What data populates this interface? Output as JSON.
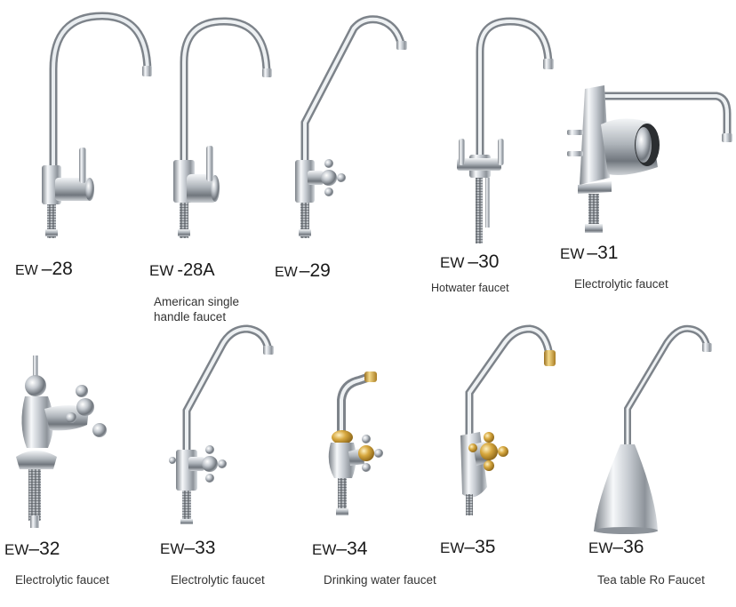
{
  "products": [
    {
      "id": "ew-28",
      "prefix": "EW",
      "number": "28",
      "description": "",
      "finish": "chrome"
    },
    {
      "id": "ew-28a",
      "prefix": "EW",
      "number": "28A",
      "description": "American single handle faucet",
      "finish": "chrome"
    },
    {
      "id": "ew-29",
      "prefix": "EW",
      "number": "29",
      "description": "",
      "finish": "chrome"
    },
    {
      "id": "ew-30",
      "prefix": "EW",
      "number": "30",
      "description": "Hotwater faucet",
      "finish": "chrome"
    },
    {
      "id": "ew-31",
      "prefix": "EW",
      "number": "31",
      "description": "Electrolytic faucet",
      "finish": "chrome"
    },
    {
      "id": "ew-32",
      "prefix": "EW",
      "number": "32",
      "description": "Electrolytic faucet",
      "finish": "chrome"
    },
    {
      "id": "ew-33",
      "prefix": "EW",
      "number": "33",
      "description": "Electrolytic faucet",
      "finish": "chrome"
    },
    {
      "id": "ew-34",
      "prefix": "EW",
      "number": "34",
      "description": "Drinking water faucet",
      "finish": "chrome-gold"
    },
    {
      "id": "ew-35",
      "prefix": "EW",
      "number": "35",
      "description": "",
      "finish": "chrome-gold"
    },
    {
      "id": "ew-36",
      "prefix": "EW",
      "number": "36",
      "description": "Tea table Ro Faucet",
      "finish": "chrome"
    }
  ],
  "colors": {
    "background": "#ffffff",
    "chrome_light": "#f4f6f8",
    "chrome_mid": "#b9bec4",
    "chrome_dark": "#6d737a",
    "gold": "#c9962e",
    "text": "#1a1a1a"
  }
}
